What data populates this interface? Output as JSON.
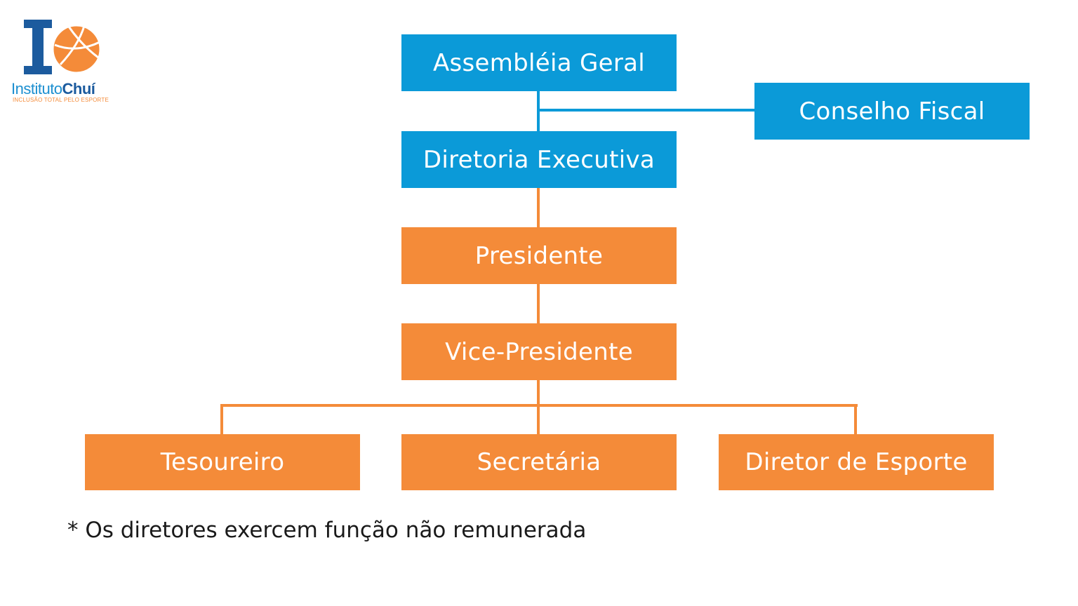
{
  "logo": {
    "name_part1": "Instituto",
    "name_part2": "Chuí",
    "tagline": "INCLUSÃO TOTAL PELO ESPORTE",
    "icon": "basketball-icon"
  },
  "nodes": {
    "assembleia": "Assembléia Geral",
    "conselho": "Conselho Fiscal",
    "diretoria": "Diretoria Executiva",
    "presidente": "Presidente",
    "vice": "Vice-Presidente",
    "tesoureiro": "Tesoureiro",
    "secretaria": "Secretária",
    "diretor_esporte": "Diretor de Esporte"
  },
  "footnote": "* Os diretores exercem função não remunerada",
  "colors": {
    "blue": "#0b9ad8",
    "orange": "#f48b39",
    "logo_dark_blue": "#1c5b9e"
  }
}
